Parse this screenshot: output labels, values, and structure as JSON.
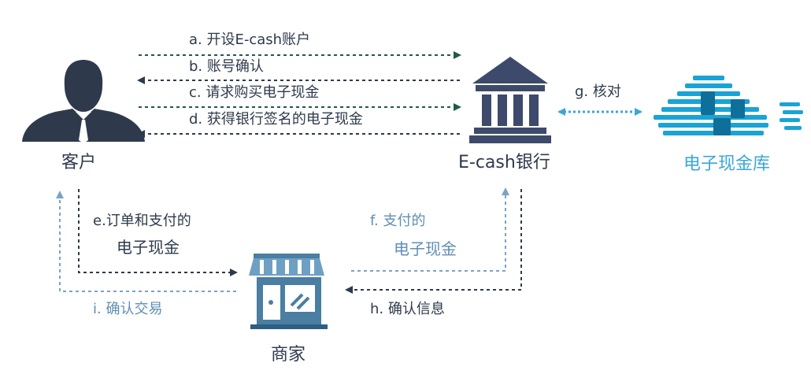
{
  "nodes": {
    "customer": "客户",
    "bank": "E-cash银行",
    "vault": "电子现金库",
    "merchant": "商家"
  },
  "steps": {
    "a": "a. 开设E-cash账户",
    "b": "b. 账号确认",
    "c": "c. 请求购买电子现金",
    "d": "d. 获得银行签名的电子现金",
    "e_line1": "e.订单和支付的",
    "e_line2": "电子现金",
    "f_line1": "f. 支付的",
    "f_line2": "电子现金",
    "g": "g. 核对",
    "h": "h. 确认信息",
    "i": "i. 确认交易"
  },
  "colors": {
    "dark": "#2e3a4c",
    "light_blue": "#7aa3c4",
    "bright_blue": "#3aa7d9",
    "green_arrow": "#1f5a4a"
  }
}
